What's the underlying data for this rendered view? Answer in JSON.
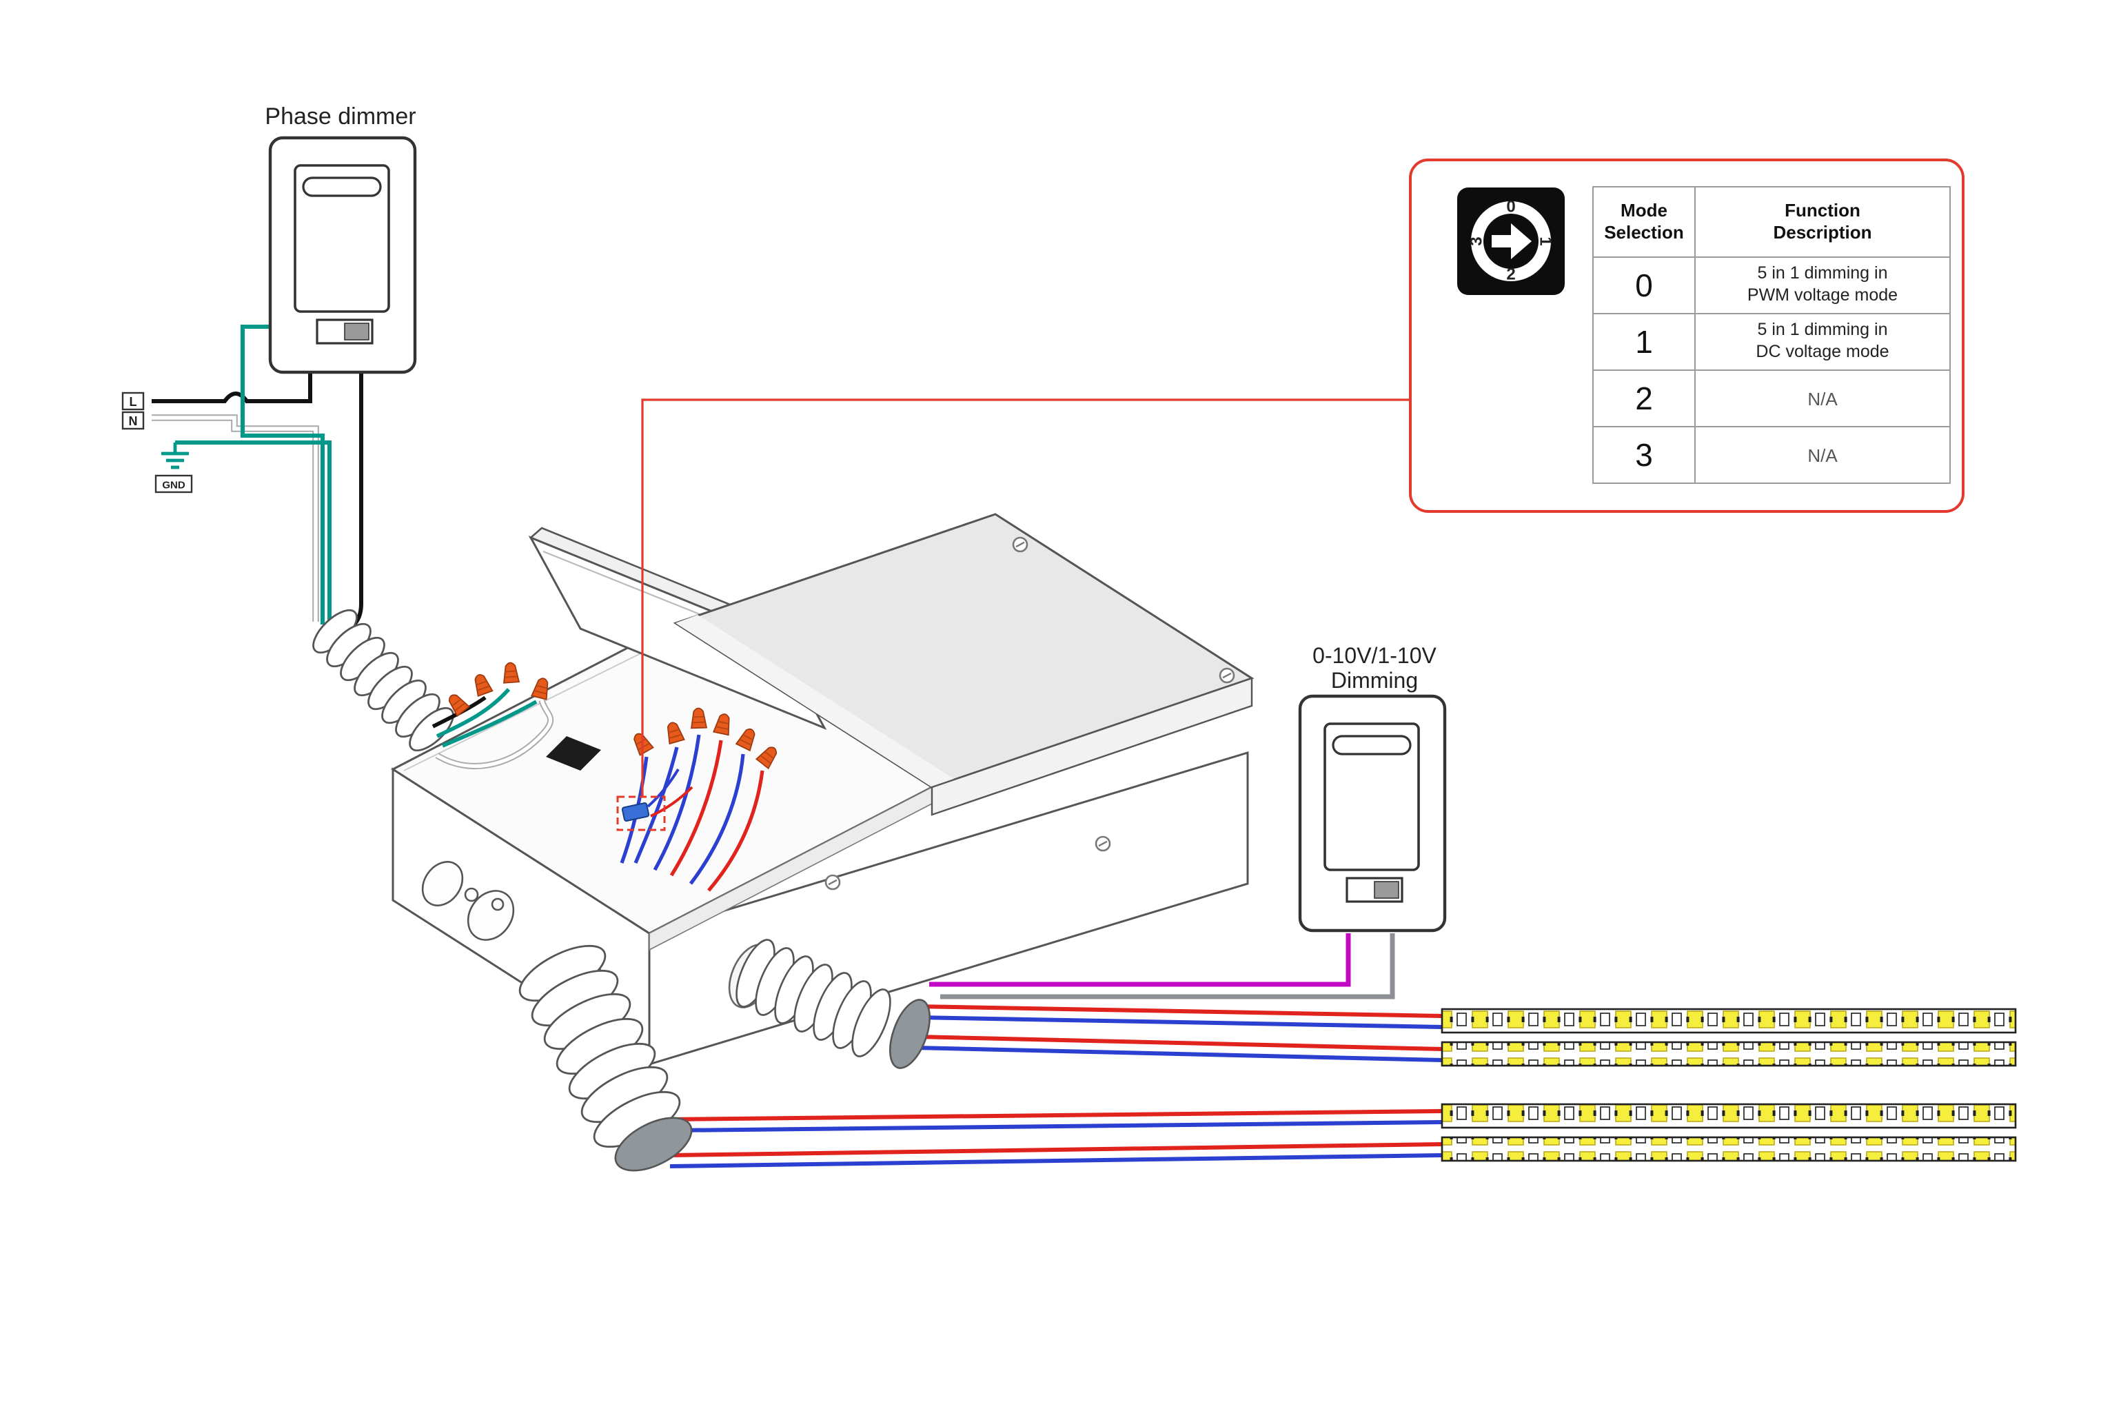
{
  "diagram": {
    "phase_dimmer_label": "Phase dimmer",
    "low_voltage_dimmer_label_line1": "0-10V/1-10V",
    "low_voltage_dimmer_label_line2": "Dimming",
    "line_label": "L",
    "neutral_label": "N",
    "ground_label": "GND",
    "led_strip_count": 4
  },
  "dial": {
    "positions": [
      "0",
      "1",
      "2",
      "3"
    ]
  },
  "mode_table": {
    "header_mode": "Mode\nSelection",
    "header_function": "Function\nDescription",
    "rows": [
      {
        "mode": "0",
        "description": "5 in 1 dimming in\nPWM voltage mode"
      },
      {
        "mode": "1",
        "description": "5 in 1 dimming in\nDC voltage mode"
      },
      {
        "mode": "2",
        "description": "N/A"
      },
      {
        "mode": "3",
        "description": "N/A"
      }
    ]
  },
  "colors": {
    "callout_red": "#e23b2e",
    "wire_black": "#111111",
    "wire_neutral_white": "#ffffff",
    "wire_ground_teal": "#00988a",
    "wire_red": "#e0231c",
    "wire_blue": "#2b3fd0",
    "wire_magenta": "#c409c4",
    "wire_gray": "#8c9094",
    "wire_nut_orange": "#e8591c",
    "led_yellow": "#f6ee3d"
  }
}
